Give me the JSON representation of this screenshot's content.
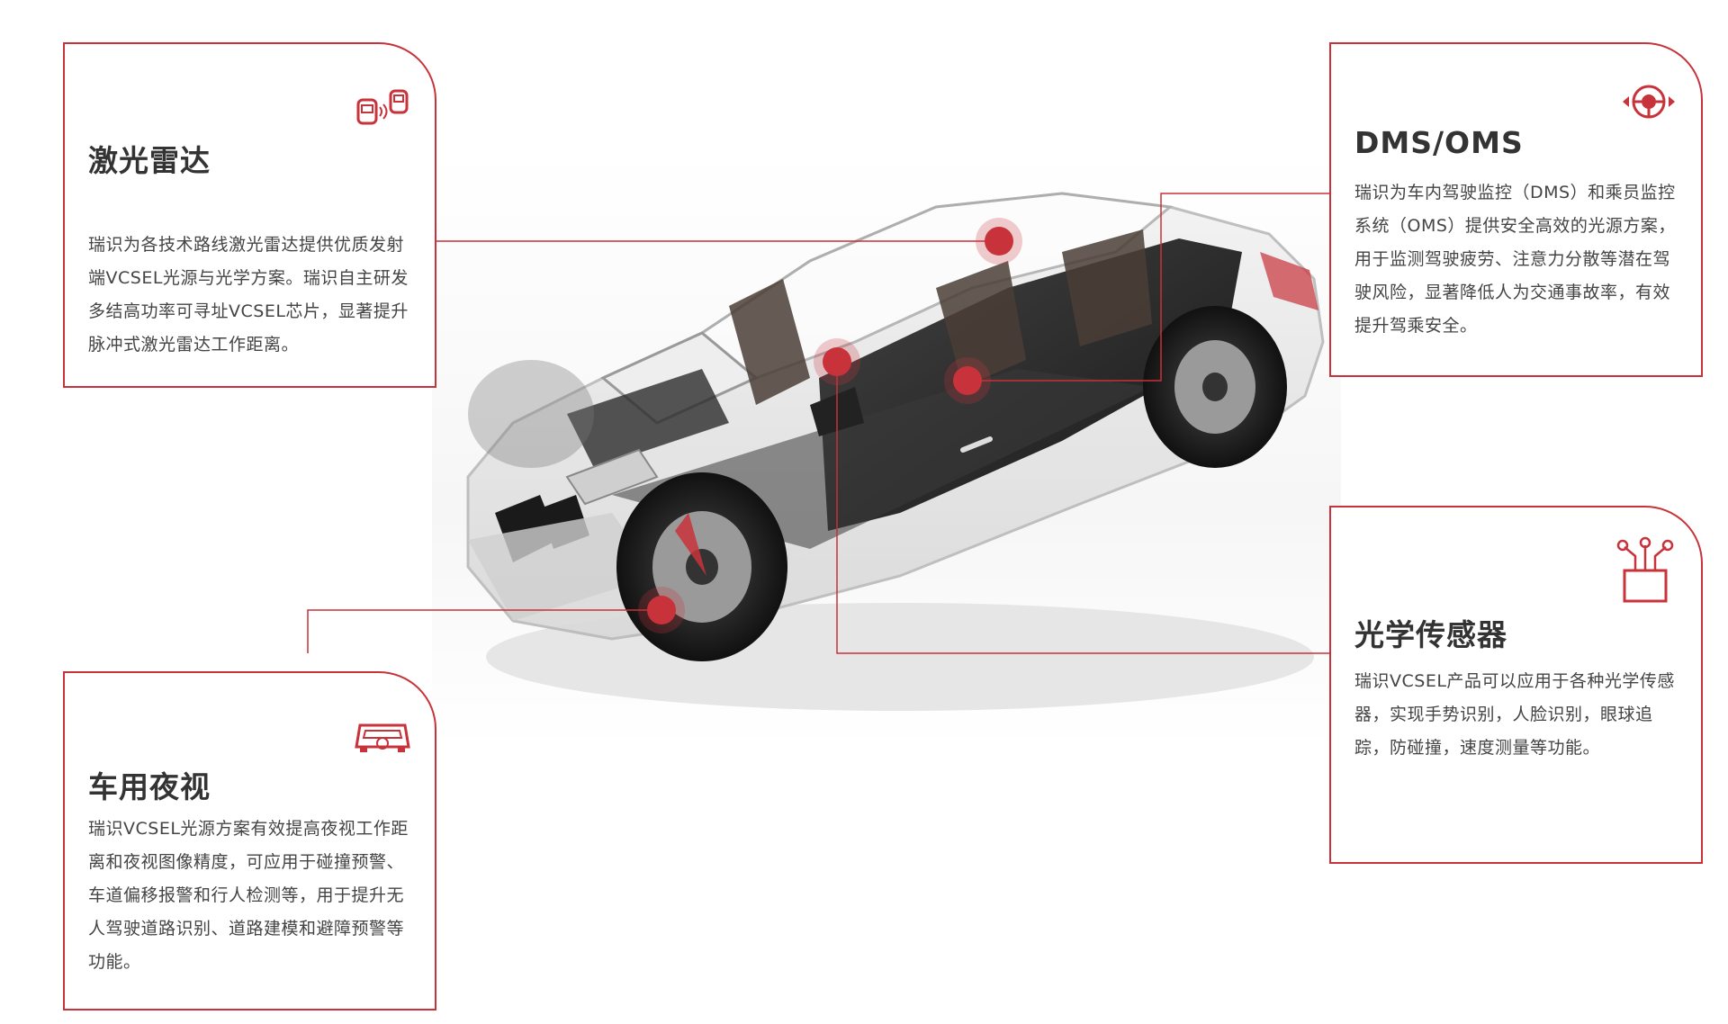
{
  "colors": {
    "accent": "#c8323a",
    "text": "#333333",
    "body_text": "#444444"
  },
  "cards": {
    "lidar": {
      "title": "激光雷达",
      "description": "瑞识为各技术路线激光雷达提供优质发射端VCSEL光源与光学方案。瑞识自主研发多结高功率可寻址VCSEL芯片，显著提升脉冲式激光雷达工作距离。",
      "icon": "lidar-car-icon"
    },
    "night_vision": {
      "title": "车用夜视",
      "description": "瑞识VCSEL光源方案有效提高夜视工作距离和夜视图像精度，可应用于碰撞预警、车道偏移报警和行人检测等，用于提升无人驾驶道路识别、道路建模和避障预警等功能。",
      "icon": "night-vision-car-icon"
    },
    "dms": {
      "title": "DMS/OMS",
      "description": "瑞识为车内驾驶监控（DMS）和乘员监控系统（OMS）提供安全高效的光源方案，用于监测驾驶疲劳、注意力分散等潜在驾驶风险，显著降低人为交通事故率，有效提升驾乘安全。",
      "icon": "steering-wheel-icon"
    },
    "optical_sensor": {
      "title": "光学传感器",
      "description": "瑞识VCSEL产品可以应用于各种光学传感器，实现手势识别，人脸识别，眼球追踪，防碰撞，速度测量等功能。",
      "icon": "sensor-icon"
    }
  },
  "car": {
    "icon": "car-cutaway-illustration"
  }
}
